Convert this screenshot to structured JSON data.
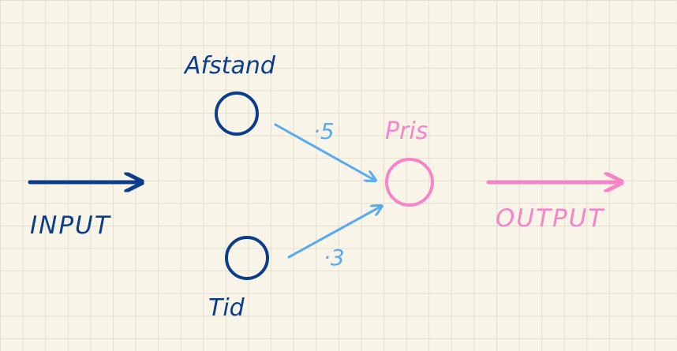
{
  "diagram": {
    "input_label": "INPUT",
    "output_label": "OUTPUT",
    "nodes": {
      "input1": "Afstand",
      "input2": "Tid",
      "output": "Pris"
    },
    "weights": {
      "w1": "·5",
      "w2": "·3"
    },
    "colors": {
      "input": "#0b3d8c",
      "weight": "#5aaaf0",
      "output": "#f784c9",
      "grid": "#e3dfcd",
      "paper": "#f8f5e8"
    }
  }
}
